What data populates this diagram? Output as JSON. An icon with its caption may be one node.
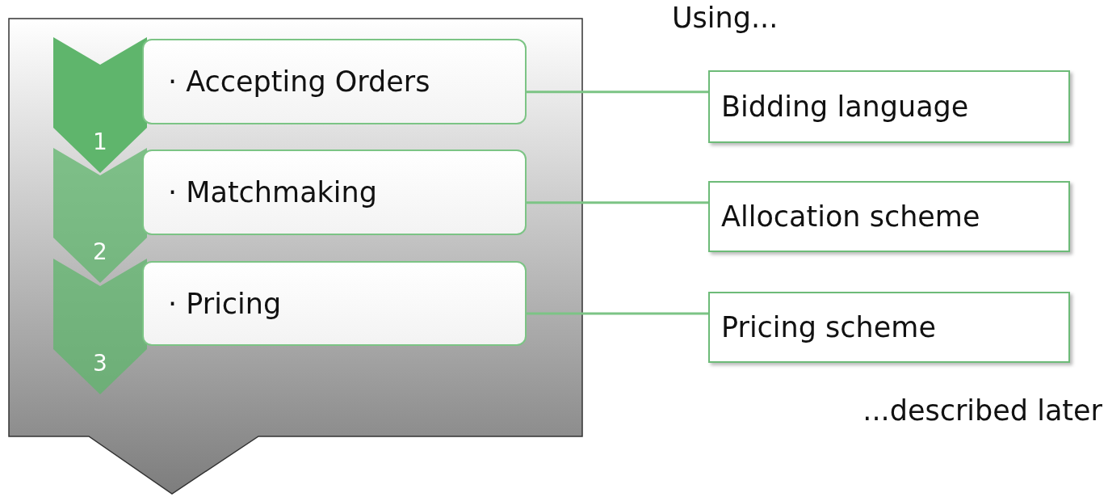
{
  "diagram": {
    "nodes": [
      {
        "text": [],
        "shape": "arrow"
      },
      {
        "text": [
          "1"
        ],
        "in": 0
      },
      {
        "text": [
          "· Accepting Orders"
        ],
        "in": 0
      },
      {
        "text": [
          "2"
        ],
        "in": 0
      },
      {
        "text": [
          "· Matchmaking"
        ],
        "in": 0
      },
      {
        "text": [
          "3"
        ],
        "in": 0
      },
      {
        "text": [
          "· Pricing"
        ],
        "in": 0
      },
      {
        "text": [
          "Bidding language"
        ]
      },
      {
        "text": [
          "Allocation scheme"
        ]
      },
      {
        "text": [
          "Pricing scheme"
        ]
      }
    ],
    "edges": [
      {
        "from": 2,
        "to": 7,
        "arrow": "none"
      },
      {
        "from": 4,
        "to": 8,
        "arrow": "none"
      },
      {
        "from": 6,
        "to": 9,
        "arrow": "none"
      }
    ],
    "labels": [
      "Using...",
      "...described later"
    ]
  }
}
